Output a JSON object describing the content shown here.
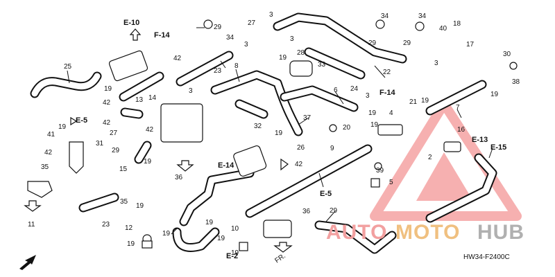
{
  "diagram": {
    "labels": [
      "25",
      "E-10",
      "F-14",
      "29",
      "27",
      "3",
      "42",
      "19",
      "14",
      "34",
      "23",
      "8",
      "3",
      "28",
      "33",
      "3",
      "24",
      "22",
      "3",
      "19",
      "F-14",
      "34",
      "29",
      "34",
      "29",
      "40",
      "18",
      "17",
      "3",
      "30",
      "19",
      "38",
      "E-5",
      "6",
      "19",
      "21",
      "19",
      "7",
      "13",
      "42",
      "3",
      "41",
      "19",
      "42",
      "27",
      "42",
      "31",
      "32",
      "19",
      "26",
      "37",
      "20",
      "4",
      "16",
      "42",
      "15",
      "19",
      "E-14",
      "19",
      "9",
      "E-13",
      "E-15",
      "36",
      "42",
      "35",
      "29",
      "39",
      "5",
      "2",
      "E-5",
      "19",
      "11",
      "35",
      "23",
      "12",
      "19",
      "19",
      "19",
      "19",
      "10",
      "36",
      "29",
      "E-2",
      "19",
      "FR."
    ],
    "part_code": "HW34-F2400C"
  },
  "watermark": {
    "text_a": "AUTO",
    "text_b": "MOTO",
    "text_c": "HUB",
    "color_a": "#f2a0a0",
    "color_b": "#f0c080",
    "color_c": "#b0b0b0"
  },
  "colors": {
    "line": "#111111",
    "background": "#ffffff",
    "triangle": "#f07070"
  }
}
